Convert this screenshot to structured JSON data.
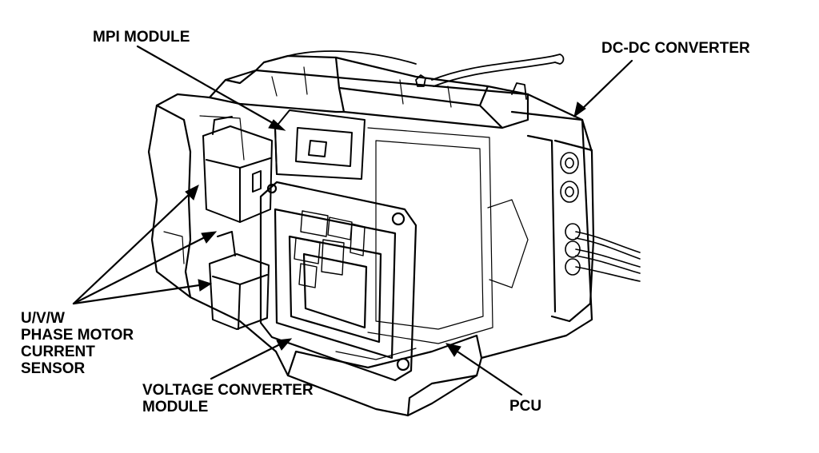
{
  "labels": {
    "mpi_module": "MPI MODULE",
    "dcdc_converter": "DC-DC CONVERTER",
    "uvw_sensor_lines": [
      "U/V/W",
      "PHASE MOTOR",
      "CURRENT",
      "SENSOR"
    ],
    "voltage_converter_lines": [
      "VOLTAGE CONVERTER",
      "MODULE"
    ],
    "pcu": "PCU"
  }
}
